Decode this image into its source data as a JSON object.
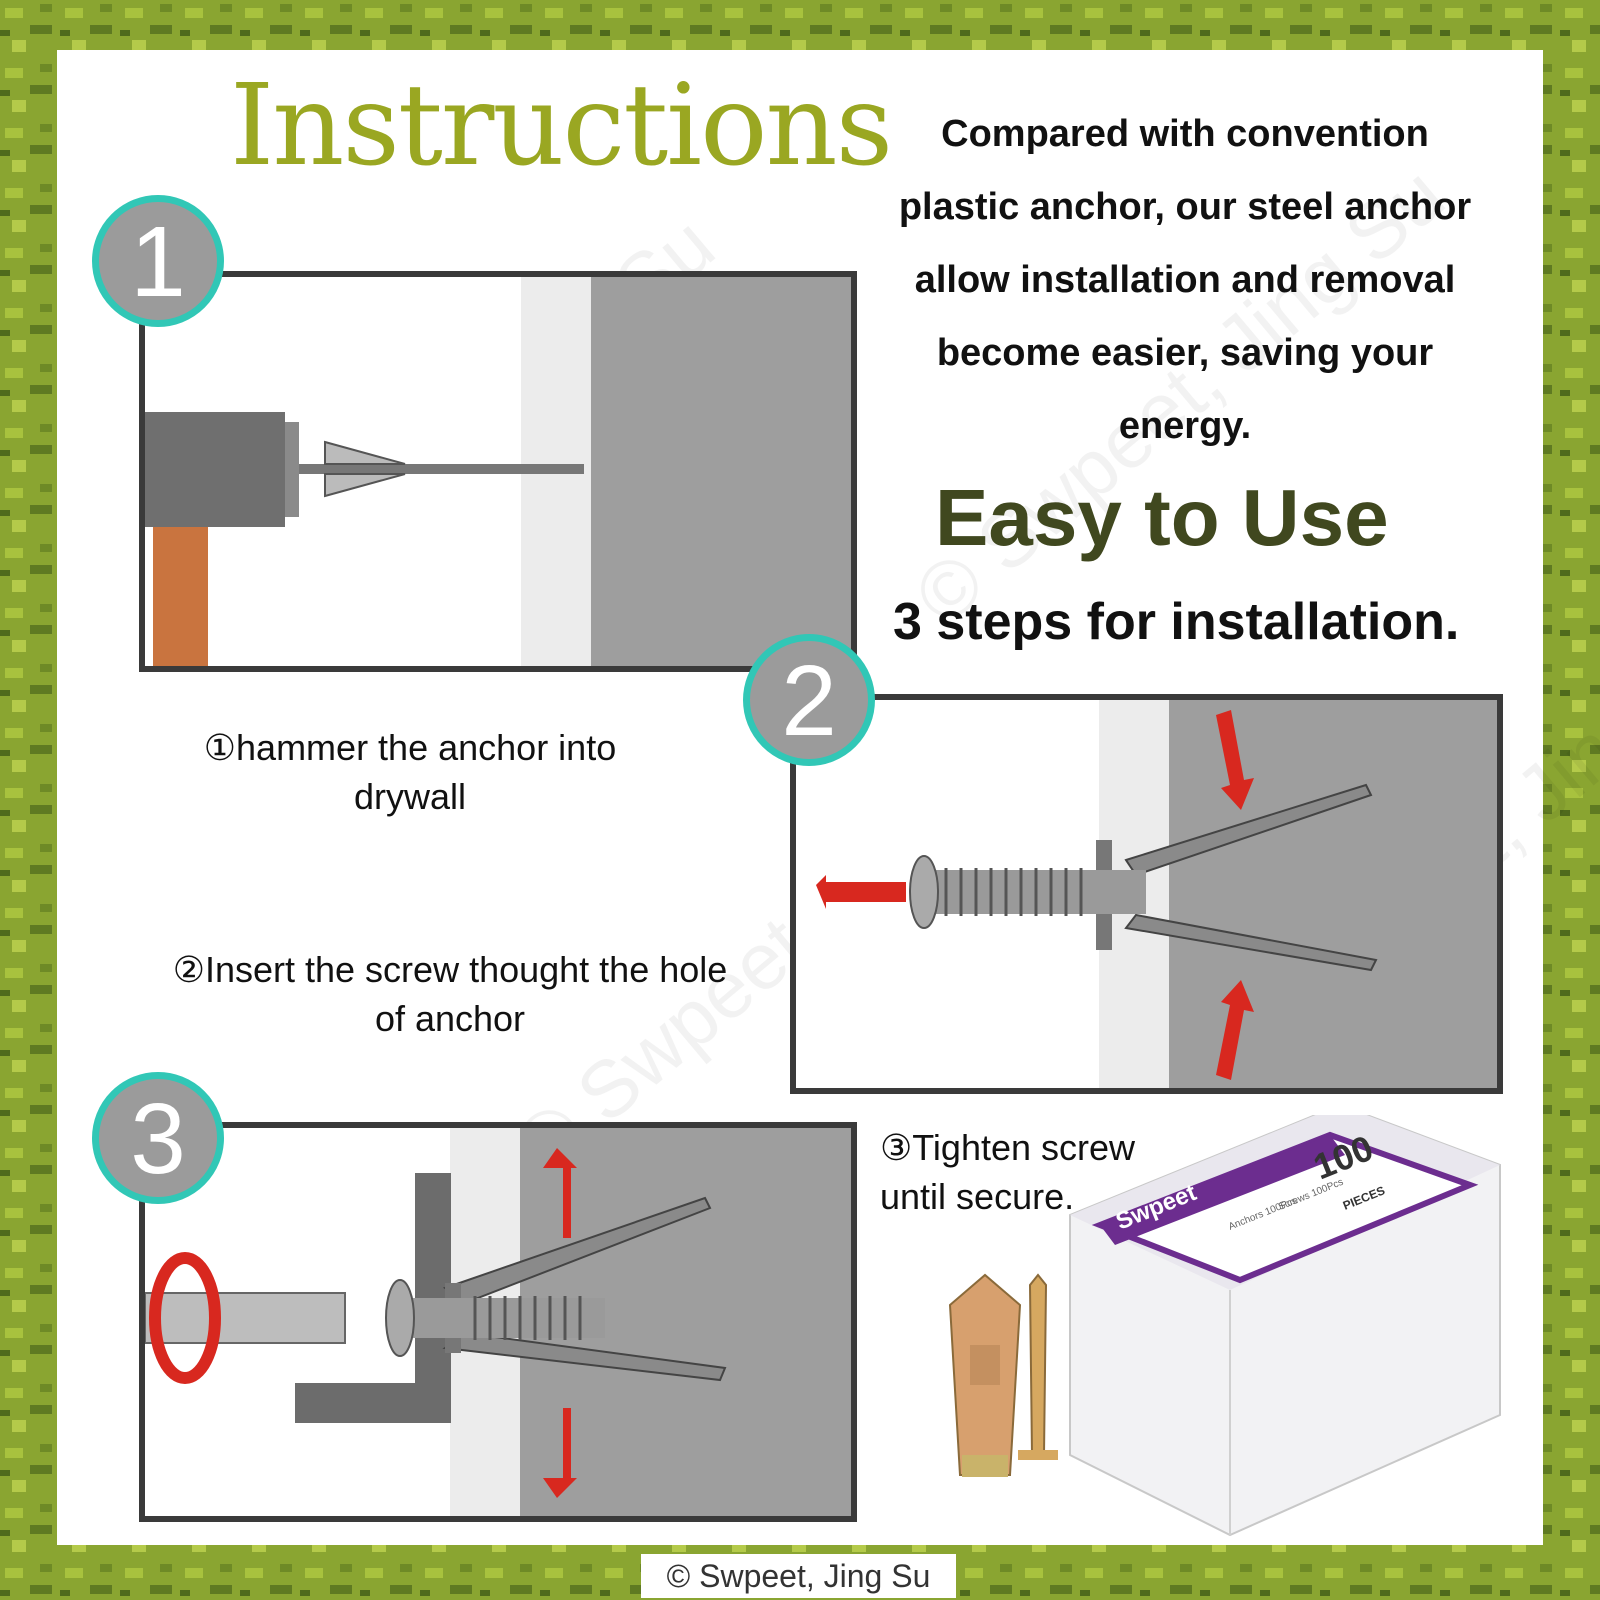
{
  "title": "Instructions",
  "intro_text": "Compared with convention plastic anchor, our steel anchor allow installation and removal become easier, saving your energy.",
  "headline": "Easy to Use",
  "subheadline": "3 steps for installation.",
  "steps": [
    {
      "number": "1",
      "caption": "①hammer the anchor into drywall"
    },
    {
      "number": "2",
      "caption": "②Insert the screw thought the hole of anchor"
    },
    {
      "number": "3",
      "caption": "③Tighten screw until secure."
    }
  ],
  "product_box": {
    "brand": "Swpeet",
    "count": "100",
    "unit": "PIECES",
    "anchors_label": "Anchors 100Pcs",
    "screws_label": "Screws 100Pcs"
  },
  "watermark": "© Swpeet, Jing Su",
  "copyright": "© Swpeet, Jing Su",
  "colors": {
    "title_green": "#9aa722",
    "headline_green": "#40481f",
    "badge_teal": "#31c7b6",
    "badge_gray": "#9b9b9b",
    "frame_green": "#7f9a2e",
    "arrow_red": "#d8281f"
  }
}
